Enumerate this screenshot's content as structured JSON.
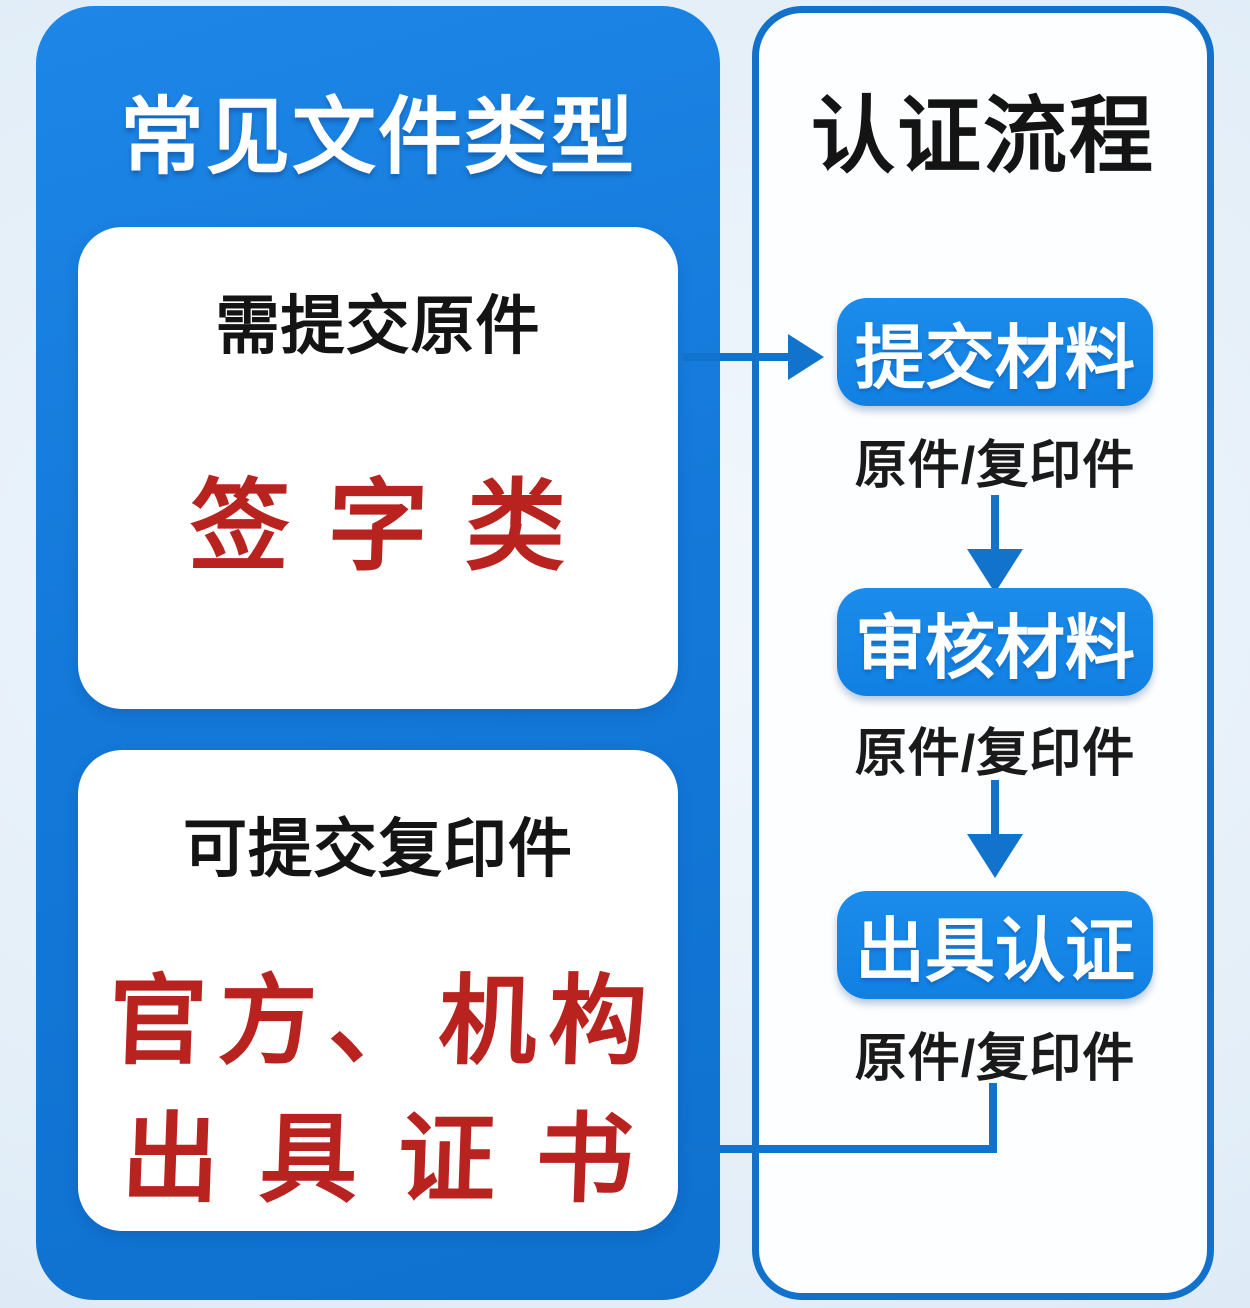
{
  "left_panel": {
    "title": "常见文件类型",
    "cards": [
      {
        "heading": "需提交原件",
        "content": "签字类"
      },
      {
        "heading": "可提交复印件",
        "content_line1": "官方、机构",
        "content_line2": "出具证书"
      }
    ]
  },
  "right_panel": {
    "title": "认证流程",
    "steps": [
      {
        "label": "提交材料",
        "sublabel": "原件/复印件"
      },
      {
        "label": "审核材料",
        "sublabel": "原件/复印件"
      },
      {
        "label": "出具认证",
        "sublabel": "原件/复印件"
      }
    ]
  },
  "colors": {
    "panel_blue": "#1479da",
    "button_blue": "#1180e3",
    "connector_blue": "#1273cc",
    "accent_red": "#b8231f",
    "text_black": "#141414",
    "background_light": "#e4eff8"
  }
}
